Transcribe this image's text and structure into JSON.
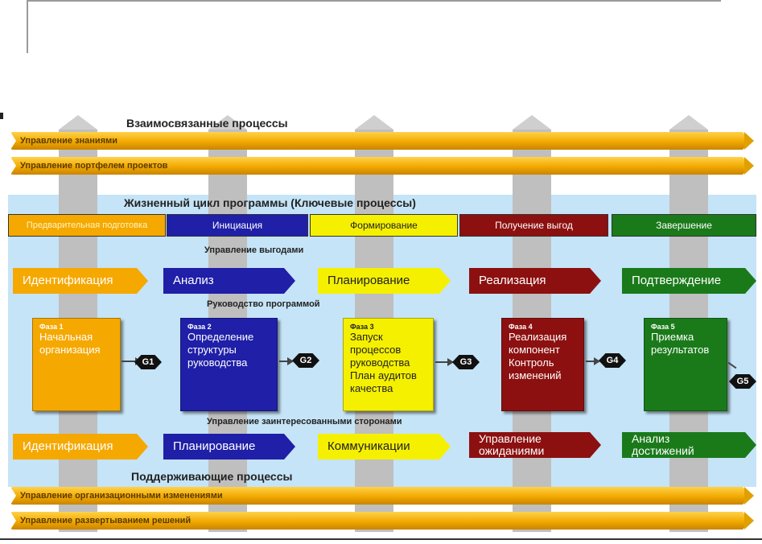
{
  "top_title": "Взаимосвязанные процессы",
  "top_bands": [
    "Управление знаниями",
    "Управление портфелем проектов"
  ],
  "lifecycle_title": "Жизненный цикл программы (Ключевые процессы)",
  "phase_headers": [
    {
      "label": "Предварительная подготовка",
      "bg": "#f5a800",
      "fg": "#fff4c0"
    },
    {
      "label": "Инициация",
      "bg": "#1f1fa8",
      "fg": "#ffffff"
    },
    {
      "label": "Формирование",
      "bg": "#f5f000",
      "fg": "#222222"
    },
    {
      "label": "Получение выгод",
      "bg": "#8c1010",
      "fg": "#ffffff"
    },
    {
      "label": "Завершение",
      "bg": "#1a7a1a",
      "fg": "#ffffff"
    }
  ],
  "benefits_title": "Управление выгодами",
  "benefits": [
    {
      "label": "Идентификация",
      "bg": "#f5a800",
      "fg": "#ffffff"
    },
    {
      "label": "Анализ",
      "bg": "#1f1fa8",
      "fg": "#ffffff"
    },
    {
      "label": "Планирование",
      "bg": "#f5f000",
      "fg": "#222222"
    },
    {
      "label": "Реализация",
      "bg": "#8c1010",
      "fg": "#ffffff"
    },
    {
      "label": "Подтверждение",
      "bg": "#1a7a1a",
      "fg": "#ffffff"
    }
  ],
  "governance_title": "Руководство программой",
  "phases": [
    {
      "num": "Фаза 1",
      "text": "Начальная\nорганизация",
      "bg": "#f5a800",
      "fg": "#ffffff"
    },
    {
      "num": "Фаза 2",
      "text": "Определение\nструктуры\nруководства",
      "bg": "#1f1fa8",
      "fg": "#ffffff"
    },
    {
      "num": "Фаза 3",
      "text": "Запуск\nпроцессов\nруководства\nПлан аудитов\nкачества",
      "bg": "#f5f000",
      "fg": "#222222"
    },
    {
      "num": "Фаза 4",
      "text": "Реализация\nкомпонент\nКонтроль\nизменений",
      "bg": "#8c1010",
      "fg": "#ffffff"
    },
    {
      "num": "Фаза 5",
      "text": "Приемка\nрезультатов",
      "bg": "#1a7a1a",
      "fg": "#ffffff"
    }
  ],
  "gates": [
    "G1",
    "G2",
    "G3",
    "G4",
    "G5"
  ],
  "stakeholder_title": "Управление заинтересованными сторонами",
  "stakeholders": [
    {
      "label": "Идентификация",
      "bg": "#f5a800",
      "fg": "#ffffff"
    },
    {
      "label": "Планирование",
      "bg": "#1f1fa8",
      "fg": "#ffffff"
    },
    {
      "label": "Коммуникации",
      "bg": "#f5f000",
      "fg": "#222222"
    },
    {
      "label": "Управление\nожиданиями",
      "bg": "#8c1010",
      "fg": "#ffffff"
    },
    {
      "label": "Анализ\nдостижений",
      "bg": "#1a7a1a",
      "fg": "#ffffff"
    }
  ],
  "support_title": "Поддерживающие процессы",
  "bottom_bands": [
    "Управление организационными изменениями",
    "Управление развертыванием решений"
  ]
}
